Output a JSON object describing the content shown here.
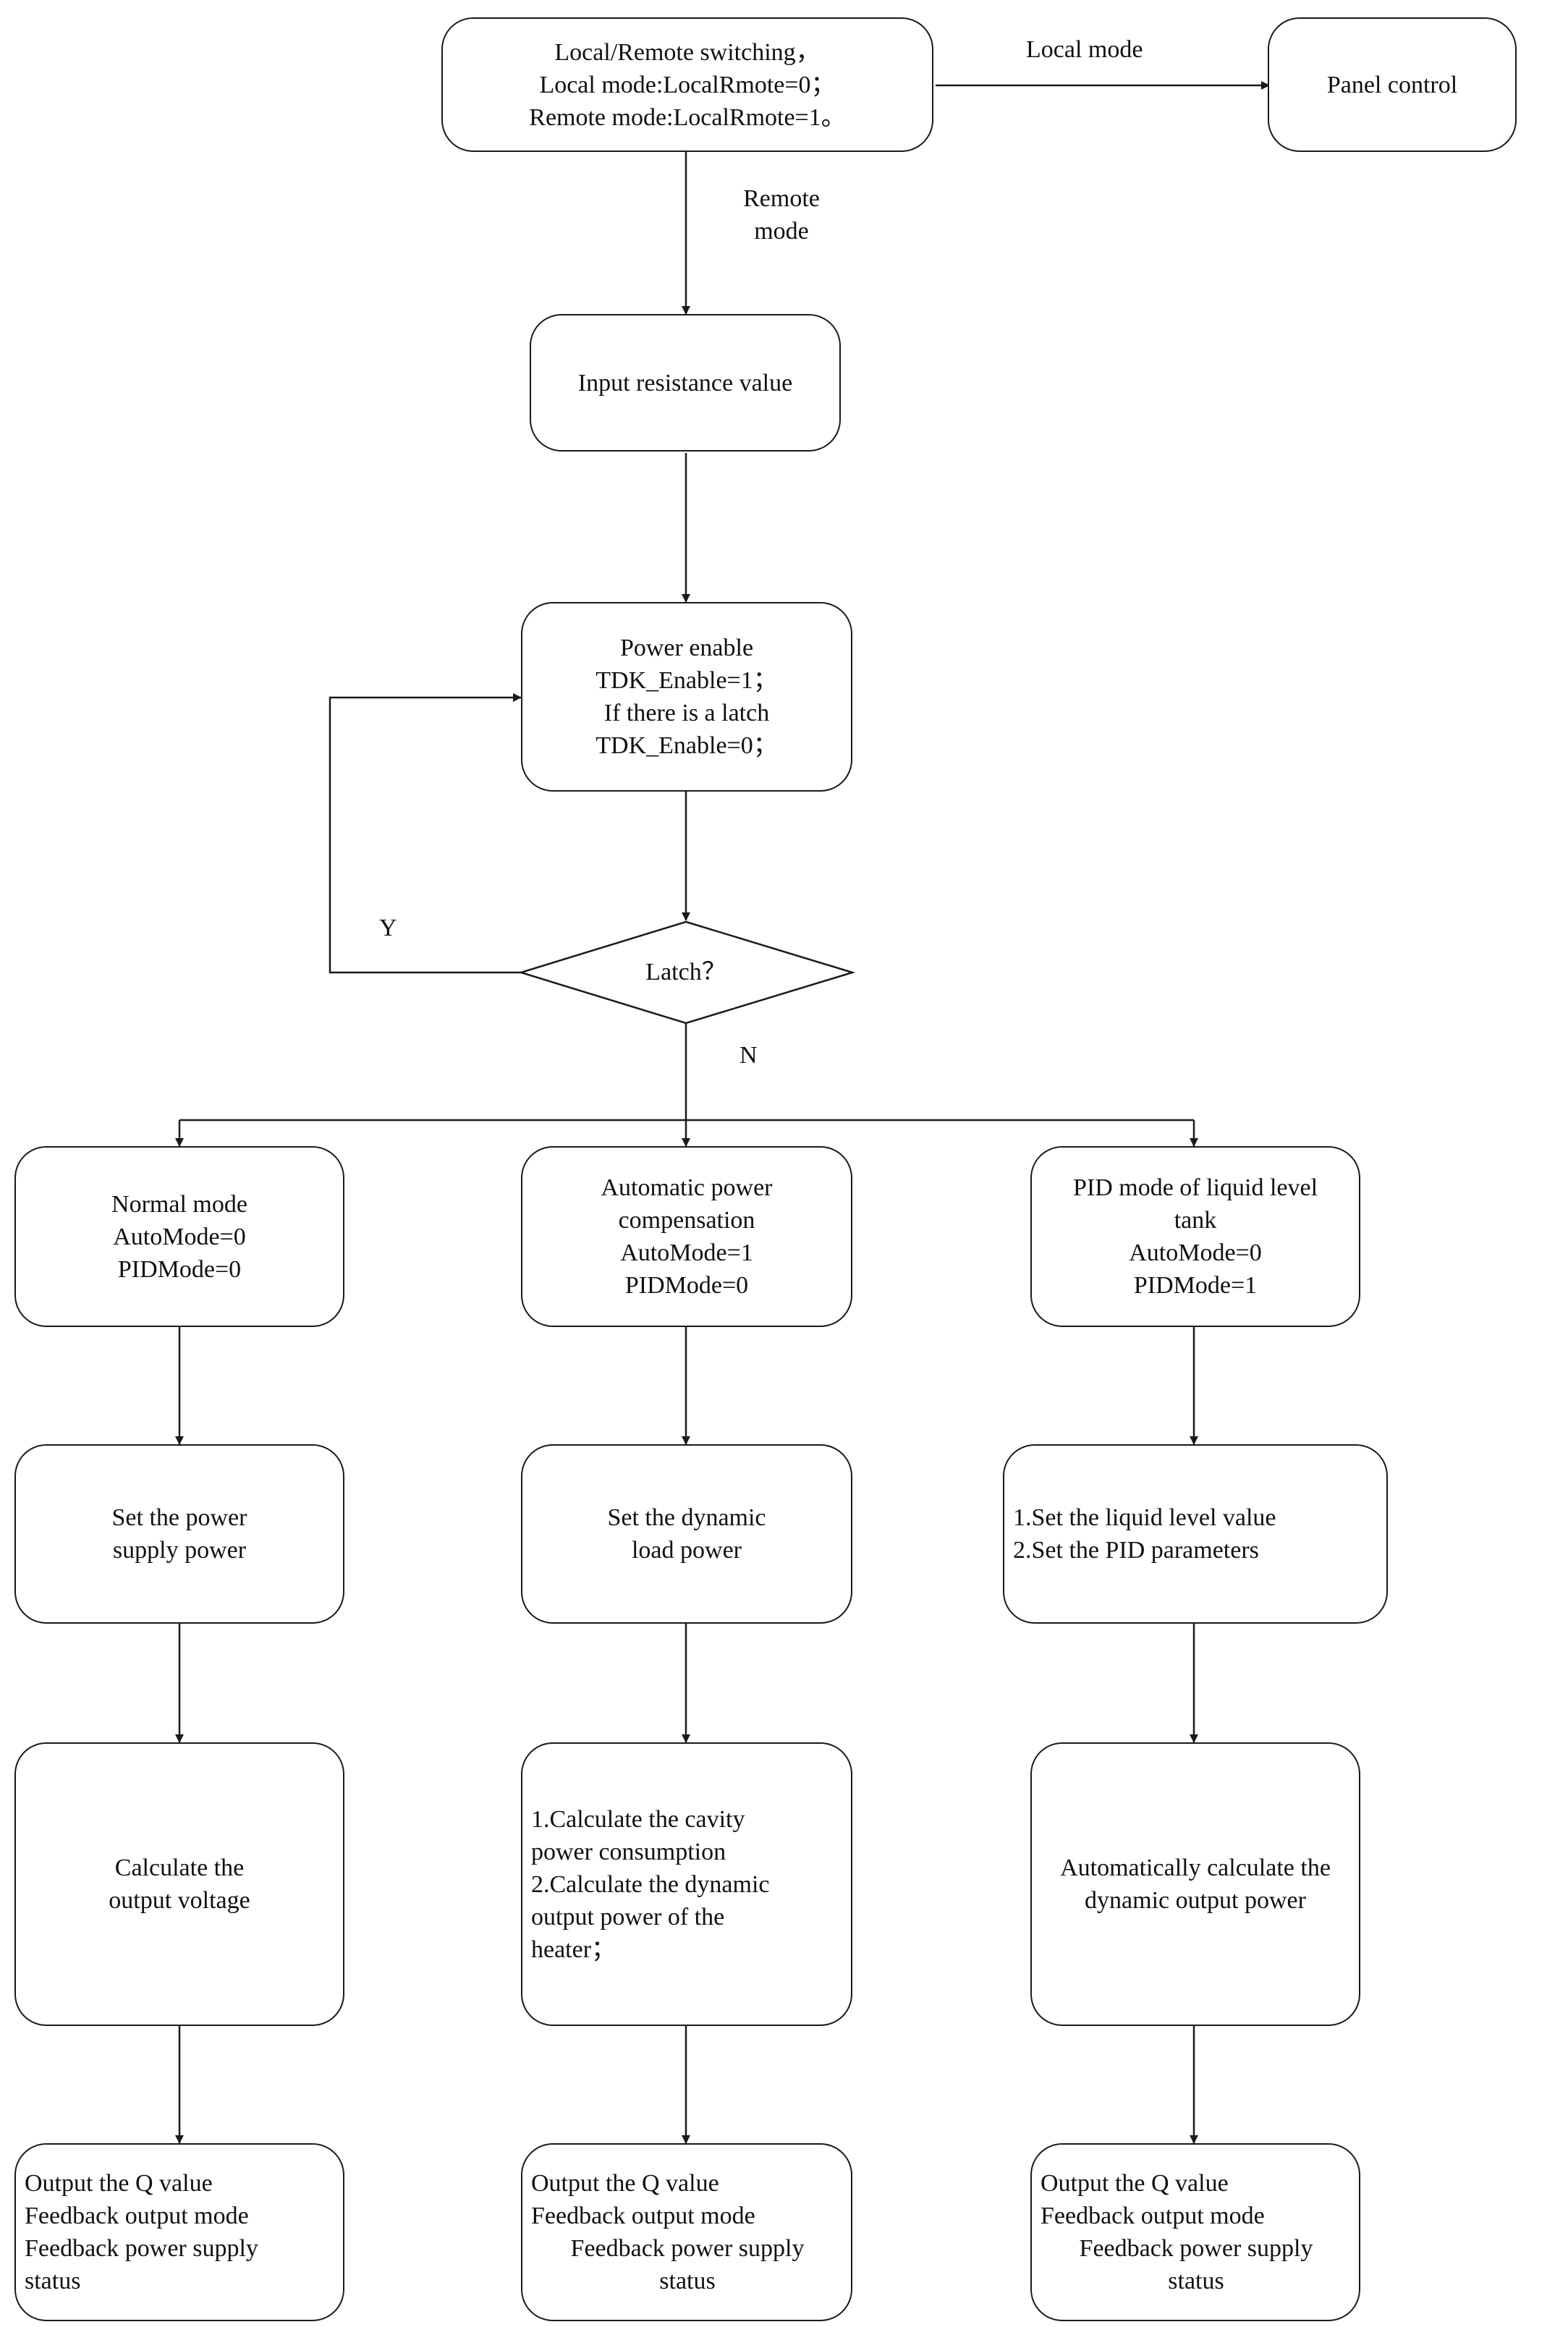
{
  "nodes": {
    "switching": [
      "Local/Remote switching，",
      "Local mode:LocalRmote=0；",
      "Remote mode:LocalRmote=1。"
    ],
    "panel_control": [
      "Panel control"
    ],
    "input_resistance": [
      "Input resistance value"
    ],
    "power_enable": [
      "Power enable",
      "TDK_Enable=1；",
      "If there is a latch",
      "TDK_Enable=0；"
    ],
    "latch_decision": "Latch？",
    "normal_mode": [
      "Normal mode",
      "AutoMode=0",
      "PIDMode=0"
    ],
    "auto_power": [
      "Automatic power",
      "compensation",
      "AutoMode=1",
      "PIDMode=0"
    ],
    "pid_mode": [
      "PID mode of liquid level",
      "tank",
      "AutoMode=0",
      "PIDMode=1"
    ],
    "set_supply_power": [
      "Set the power",
      "supply power"
    ],
    "set_dynamic_load": [
      "Set the dynamic",
      "load power"
    ],
    "set_liquid_level": [
      "1.Set the liquid level value",
      "2.Set the PID parameters"
    ],
    "calc_voltage": [
      "Calculate the",
      "output voltage"
    ],
    "calc_cavity": [
      "1.Calculate the cavity",
      "power consumption",
      "2.Calculate the dynamic",
      "output power of the",
      "heater；"
    ],
    "auto_calc_power": [
      "Automatically calculate the",
      "dynamic output power"
    ],
    "output_left": [
      "Output the Q value",
      "Feedback output mode",
      "Feedback power supply",
      "status"
    ],
    "output_mid": [
      "Output the Q value",
      "Feedback output mode",
      "Feedback power supply",
      "status"
    ],
    "output_right": [
      "Output the Q value",
      "Feedback output mode",
      "Feedback power supply",
      "status"
    ]
  },
  "edge_labels": {
    "local_mode": "Local mode",
    "remote_mode": [
      "Remote",
      "mode"
    ],
    "yes": "Y",
    "no": "N"
  },
  "colors": {
    "stroke": "#1a1a1a",
    "text": "#111111",
    "background": "#ffffff"
  }
}
